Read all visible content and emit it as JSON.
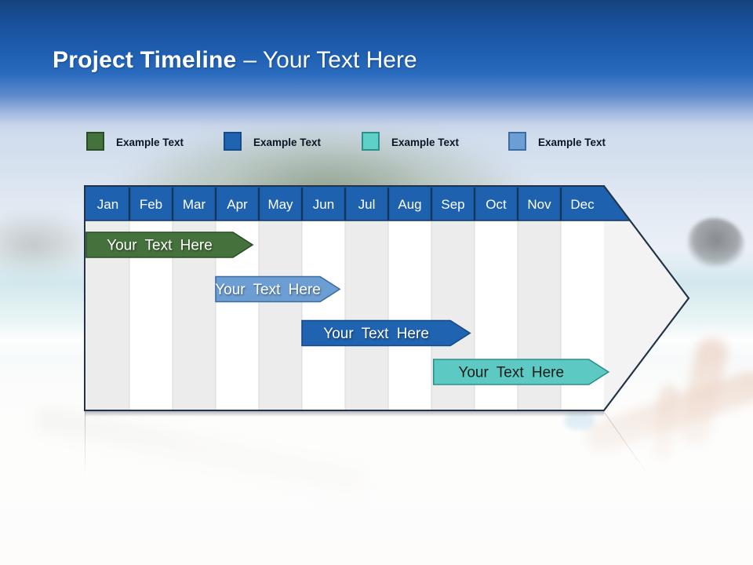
{
  "title": {
    "bold": "Project Timeline",
    "light": "– Your Text Here"
  },
  "legend": [
    {
      "label": "Example Text",
      "color": "#44713c",
      "border": "#2a4d26"
    },
    {
      "label": "Example Text",
      "color": "#1f63b1",
      "border": "#164a87"
    },
    {
      "label": "Example Text",
      "color": "#5ed0c7",
      "border": "#2d8e8a"
    },
    {
      "label": "Example Text",
      "color": "#6d9ed3",
      "border": "#3b6ca3"
    }
  ],
  "chart_data": {
    "type": "gantt",
    "title": "Project Timeline",
    "months": [
      "Jan",
      "Feb",
      "Mar",
      "Apr",
      "May",
      "Jun",
      "Jul",
      "Aug",
      "Sep",
      "Oct",
      "Nov",
      "Dec"
    ],
    "header_fill": "#1e62af",
    "header_text_color": "#ffffff",
    "grid": {
      "stripe_odd": "#ececec",
      "stripe_even": "#ffffff",
      "line": "#d8d8d8",
      "outline": "#223349",
      "header_line": "#13365f",
      "body_fill": "#f3f3f3"
    },
    "bars": [
      {
        "label": "Your Text Here",
        "row": 1,
        "start_month": 0.0,
        "end_month": 3.4,
        "fill": "#44713c",
        "stroke": "#2a4d26",
        "text_color": "white"
      },
      {
        "label": "Your Text Here",
        "row": 2,
        "start_month": 3.0,
        "end_month": 5.42,
        "fill": "#6d9ed3",
        "stroke": "#3b6ca3",
        "text_color": "white"
      },
      {
        "label": "Your Text Here",
        "row": 3,
        "start_month": 5.0,
        "end_month": 8.44,
        "fill": "#1f63b1",
        "stroke": "#164a87",
        "text_color": "white"
      },
      {
        "label": "Your Text Here",
        "row": 4,
        "start_month": 8.05,
        "end_month": 11.65,
        "fill": "#5cc9c2",
        "stroke": "#2d8e8a",
        "text_color": "dark"
      }
    ]
  }
}
